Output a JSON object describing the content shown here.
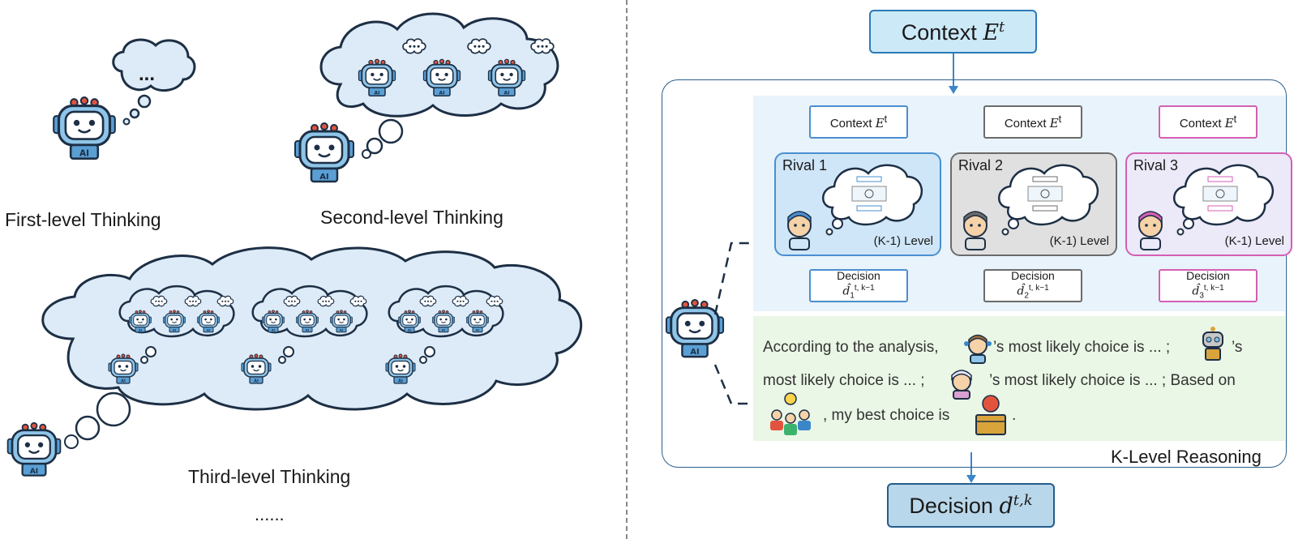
{
  "left": {
    "first_label": "First-level Thinking",
    "second_label": "Second-level Thinking",
    "third_label": "Third-level Thinking",
    "ellipsis": "......",
    "thought_dots": "...",
    "ai_badge": "AI"
  },
  "right": {
    "context_main": "Context",
    "context_symbol": "E",
    "context_sup": "t",
    "decision_main": "Decision",
    "decision_symbol": "d",
    "decision_sup": "t,k",
    "section_label": "K-Level Reasoning",
    "rivals": [
      {
        "name": "Rival 1",
        "level": "(K-1) Level",
        "context": "Context",
        "ctx_sym": "E",
        "ctx_sup": "t",
        "decision": "Decision",
        "dec_sym": "d̂",
        "dec_sub": "1",
        "dec_sup": "t, k−1",
        "color": "#4a8fd0",
        "fill": "#cfe6f8"
      },
      {
        "name": "Rival 2",
        "level": "(K-1) Level",
        "context": "Context",
        "ctx_sym": "E",
        "ctx_sup": "t",
        "decision": "Decision",
        "dec_sym": "d̂",
        "dec_sub": "2",
        "dec_sup": "t, k−1",
        "color": "#6b6b6b",
        "fill": "#e0e0e0"
      },
      {
        "name": "Rival 3",
        "level": "(K-1) Level",
        "context": "Context",
        "ctx_sym": "E",
        "ctx_sup": "t",
        "decision": "Decision",
        "dec_sym": "d̂",
        "dec_sub": "3",
        "dec_sup": "t, k−1",
        "color": "#d45fb4",
        "fill": "#ece9f8"
      }
    ],
    "paragraph": {
      "line1_a": "According to the analysis,",
      "line1_b": "’s most likely choice is ... ;",
      "line1_c": "’s",
      "line2_a": "most likely choice is ... ;",
      "line2_b": "’s most likely choice is ... ; Based on",
      "line3_a": ", my best choice is",
      "line3_b": "."
    }
  },
  "colors": {
    "robot_fill": "#8ec5e8",
    "cloud_fill": "#dcebf7",
    "accent": "#2a7ab8"
  }
}
